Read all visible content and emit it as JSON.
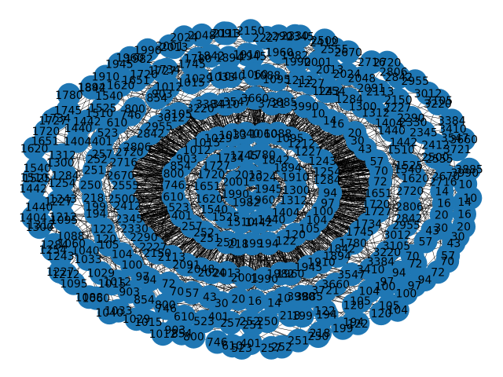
{
  "graph": {
    "node_color": "#1f77b4",
    "edge_color": "#000000",
    "label_color": "#000000",
    "background": "#ffffff",
    "visible_node_labels": [
      "10",
      "14",
      "16",
      "20",
      "30",
      "43",
      "57",
      "70",
      "72",
      "94",
      "97",
      "100",
      "104",
      "105",
      "120",
      "122",
      "194",
      "199",
      "218",
      "250",
      "251",
      "252",
      "257",
      "401",
      "523",
      "610",
      "746",
      "800",
      "854",
      "903",
      "1012",
      "1015",
      "1029",
      "1033",
      "1040",
      "1060",
      "1088",
      "1095",
      "1212",
      "1227",
      "1243",
      "1254",
      "1284",
      "1300",
      "1312",
      "1404",
      "1440",
      "1442",
      "1510",
      "1525",
      "1540",
      "1620",
      "1651",
      "1720",
      "1727",
      "1734",
      "1745",
      "1780",
      "1842",
      "1894",
      "1910",
      "1945",
      "1960",
      "1982",
      "1990",
      "2001",
      "2013",
      "2024",
      "2048",
      "2091",
      "2113",
      "2150",
      "2227",
      "2290",
      "2330",
      "2345",
      "2412",
      "2500",
      "2555",
      "2670",
      "2716",
      "2720",
      "2806",
      "2842",
      "2955",
      "3012",
      "3105",
      "3220",
      "3384",
      "3410",
      "3547",
      "3660",
      "3721",
      "3885",
      "3990"
    ]
  }
}
